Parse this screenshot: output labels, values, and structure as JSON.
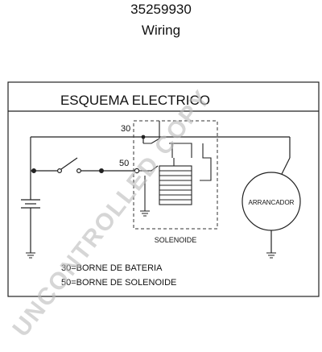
{
  "header": {
    "part_number": "35259930",
    "subtitle": "Wiring"
  },
  "diagram": {
    "title": "ESQUEMA ELECTRICO",
    "terminal_30": "30",
    "terminal_50": "50",
    "solenoid_label": "SOLENOIDE",
    "starter_label": "ARRANCADOR",
    "legend": [
      "30=BORNE DE BATERIA",
      "50=BORNE DE SOLENOIDE"
    ]
  },
  "watermark": "UNCONTROLLED COPY",
  "colors": {
    "line": "#222222",
    "dashed": "#333333",
    "watermark": "#bbbbbb"
  }
}
